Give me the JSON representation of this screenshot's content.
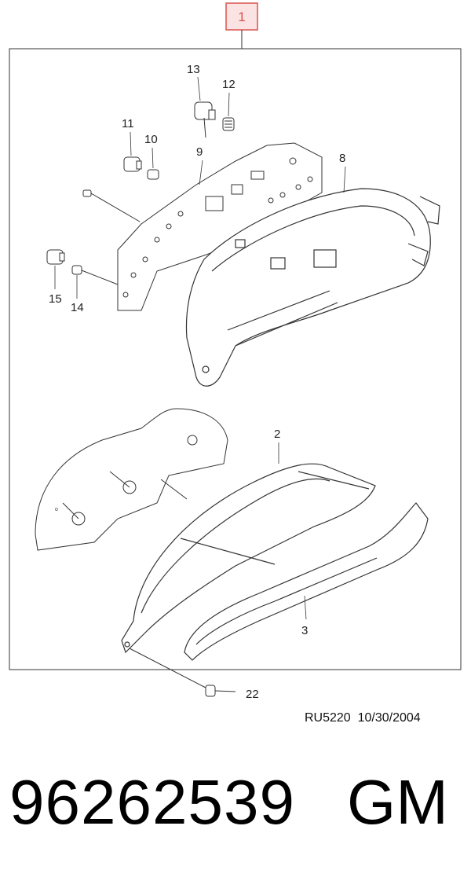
{
  "diagram": {
    "assembly_label": "1",
    "callouts": [
      "13",
      "12",
      "11",
      "10",
      "9",
      "8",
      "15",
      "14",
      "2",
      "3",
      "22"
    ],
    "reference": "RU5220  10/30/2004"
  },
  "footer": {
    "part_number": "96262539",
    "manufacturer": "GM"
  },
  "colors": {
    "assembly_box": "#d9534f",
    "assembly_fill": "#fbe3e3",
    "line": "#333333"
  }
}
